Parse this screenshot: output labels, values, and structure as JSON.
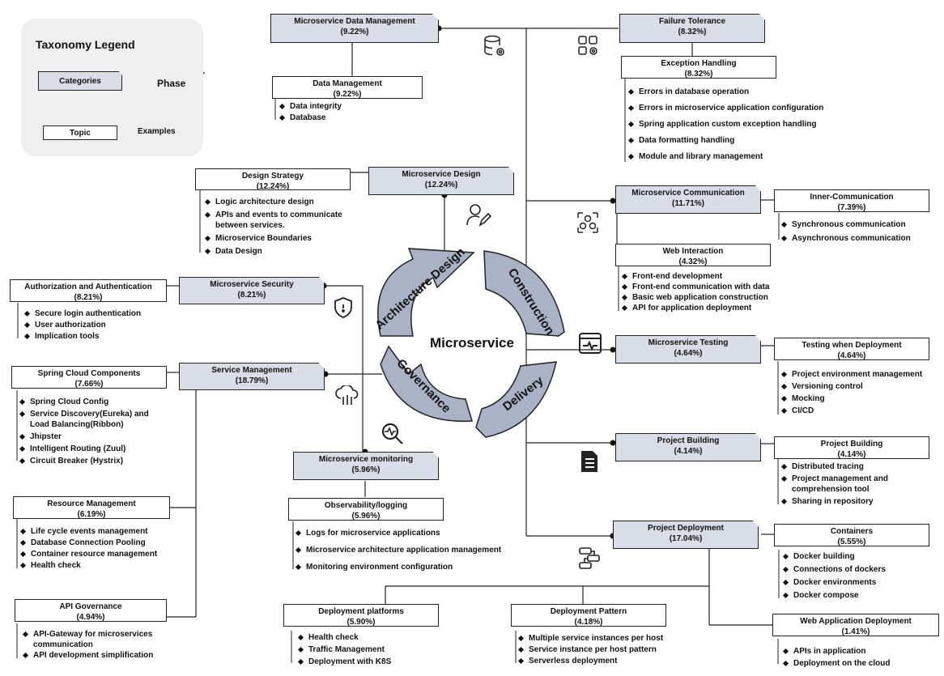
{
  "legend": {
    "title": "Taxonomy Legend",
    "categories_label": "Categories",
    "phase_label": "Phase",
    "topic_label": "Topic",
    "examples_label": "Examples"
  },
  "center": {
    "title": "Microservice",
    "phases": [
      "Architecture Design",
      "Construction",
      "Delivery",
      "Governance"
    ]
  },
  "categories": {
    "data_mgmt_cat": {
      "title": "Microservice Data Management",
      "pct": "(9.22%)"
    },
    "failure_cat": {
      "title": "Failure Tolerance",
      "pct": "(8.32%)"
    },
    "design_cat": {
      "title": "Microservice Design",
      "pct": "(12.24%)"
    },
    "comm_cat": {
      "title": "Microservice Communication",
      "pct": "(11.71%)"
    },
    "security_cat": {
      "title": "Microservice Security",
      "pct": "(8.21%)"
    },
    "testing_cat": {
      "title": "Microservice Testing",
      "pct": "(4.64%)"
    },
    "service_cat": {
      "title": "Service Management",
      "pct": "(18.79%)"
    },
    "building_cat": {
      "title": "Project Building",
      "pct": "(4.14%)"
    },
    "monitoring_cat": {
      "title": "Microservice monitoring",
      "pct": "(5.96%)"
    },
    "deployment_cat": {
      "title": "Project Deployment",
      "pct": "(17.04%)"
    }
  },
  "topics": {
    "data_management": {
      "title": "Data Management",
      "pct": "(9.22%)",
      "items": [
        "Data integrity",
        "Database"
      ]
    },
    "exception_handling": {
      "title": "Exception Handling",
      "pct": "(8.32%)",
      "items": [
        "Errors in database operation",
        "Errors in microservice application configuration",
        "Spring application custom exception handling",
        "Data formatting handling",
        "Module and library management"
      ]
    },
    "design_strategy": {
      "title": "Design Strategy",
      "pct": "(12.24%)",
      "items": [
        "Logic architecture design",
        "APIs and events to communicate\nbetween services.",
        "Microservice Boundaries",
        "Data Design"
      ]
    },
    "inner_comm": {
      "title": "Inner-Communication",
      "pct": "(7.39%)",
      "items": [
        "Synchronous communication",
        "Asynchronous communication"
      ]
    },
    "web_interaction": {
      "title": "Web Interaction",
      "pct": "(4.32%)",
      "items": [
        "Front-end development",
        "Front-end communication with data",
        "Basic web application construction",
        "API for application deployment"
      ]
    },
    "auth": {
      "title": "Authorization and Authentication",
      "pct": "(8.21%)",
      "items": [
        "Secure login authentication",
        "User authorization",
        "Implication tools"
      ]
    },
    "spring_cloud": {
      "title": "Spring Cloud Components",
      "pct": "(7.66%)",
      "items": [
        "Spring Cloud Config",
        "Service Discovery(Eureka) and\nLoad Balancing(Ribbon)",
        "Jhipster",
        "Intelligent Routing (Zuul)",
        "Circuit Breaker (Hystrix)"
      ]
    },
    "testing_deploy": {
      "title": "Testing when Deployment",
      "pct": "(4.64%)",
      "items": [
        "Project environment management",
        "Versioning control",
        "Mocking",
        "CI/CD"
      ]
    },
    "project_building": {
      "title": "Project Building",
      "pct": "(4.14%)",
      "items": [
        "Distributed tracing",
        "Project management and\ncomprehension tool",
        "Sharing in repository"
      ]
    },
    "resource_mgmt": {
      "title": "Resource Management",
      "pct": "(6.19%)",
      "items": [
        "Life cycle events management",
        "Database Connection Pooling",
        "Container resource management",
        "Health check"
      ]
    },
    "observability": {
      "title": "Observability/logging",
      "pct": "(5.96%)",
      "items": [
        "Logs for microservice applications",
        "Microservice architecture application management",
        "Monitoring environment configuration"
      ]
    },
    "containers": {
      "title": "Containers",
      "pct": "(5.55%)",
      "items": [
        "Docker building",
        "Connections of dockers",
        "Docker environments",
        "Docker compose"
      ]
    },
    "api_governance": {
      "title": "API Governance",
      "pct": "(4.94%)",
      "items": [
        "API-Gateway for microservices\ncommunication",
        "API development simplification"
      ]
    },
    "deploy_platforms": {
      "title": "Deployment platforms",
      "pct": "(5.90%)",
      "items": [
        "Health check",
        "Traffic Management",
        "Deployment with K8S"
      ]
    },
    "deploy_pattern": {
      "title": "Deployment Pattern",
      "pct": "(4.18%)",
      "items": [
        "Multiple service instances per host",
        "Service instance per host pattern",
        "Serverless deployment"
      ]
    },
    "web_app_deploy": {
      "title": "Web Application Deployment",
      "pct": "(1.41%)",
      "items": [
        "APIs in application",
        "Deployment on the cloud"
      ]
    }
  }
}
